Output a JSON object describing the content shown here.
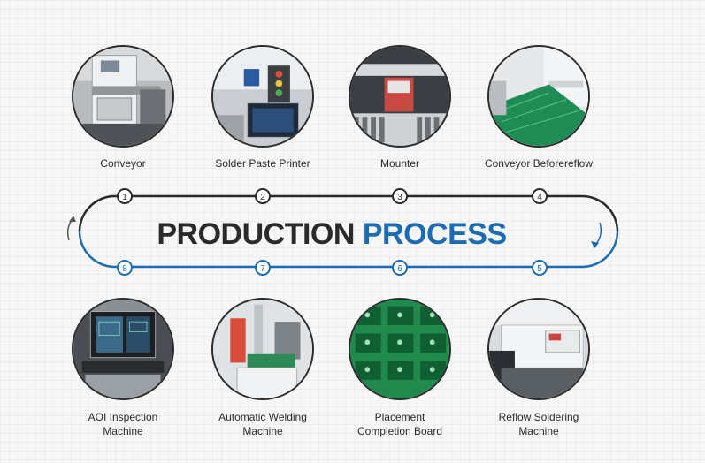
{
  "title": {
    "main": "PRODUCTION",
    "accent": "PROCESS"
  },
  "colors": {
    "accent": "#1c6cb3",
    "dark": "#2a2a2a"
  },
  "steps": [
    {
      "number": "1",
      "label": "Conveyor"
    },
    {
      "number": "2",
      "label": "Solder Paste Printer"
    },
    {
      "number": "3",
      "label": "Mounter"
    },
    {
      "number": "4",
      "label": "Conveyor Beforereflow"
    },
    {
      "number": "5",
      "label_line1": "Reflow Soldering",
      "label_line2": "Machine"
    },
    {
      "number": "6",
      "label_line1": "Placement",
      "label_line2": "Completion Board"
    },
    {
      "number": "7",
      "label_line1": "Automatic Welding",
      "label_line2": "Machine"
    },
    {
      "number": "8",
      "label_line1": "AOI Inspection",
      "label_line2": "Machine"
    }
  ]
}
